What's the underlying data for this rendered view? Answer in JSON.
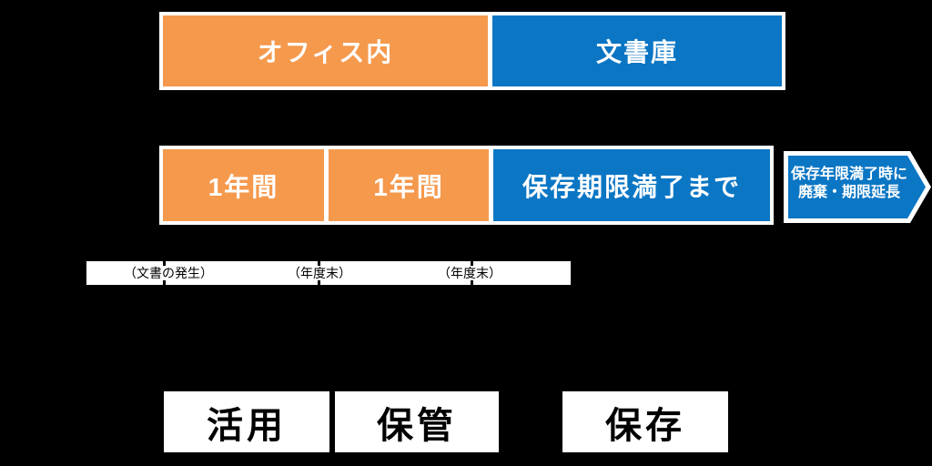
{
  "colors": {
    "background": "#000000",
    "orange": "#F5994D",
    "blue": "#0B76C4",
    "box_border": "#ffffff",
    "text_on_color": "#ffffff",
    "text_on_white": "#000000"
  },
  "location_row": {
    "office_label": "オフィス内",
    "archive_label": "文書庫"
  },
  "duration_row": {
    "year1_label": "1年間",
    "year2_label": "1年間",
    "retention_label": "保存期限満了まで",
    "arrow_line1": "保存年限満了時に",
    "arrow_line2": "廃棄・期限延長"
  },
  "timeline": {
    "event1": "（文書の発生）",
    "event2": "（年度末）",
    "event3": "（年度末）"
  },
  "phases": {
    "phase1": "活用",
    "phase2": "保管",
    "phase3": "保存"
  }
}
